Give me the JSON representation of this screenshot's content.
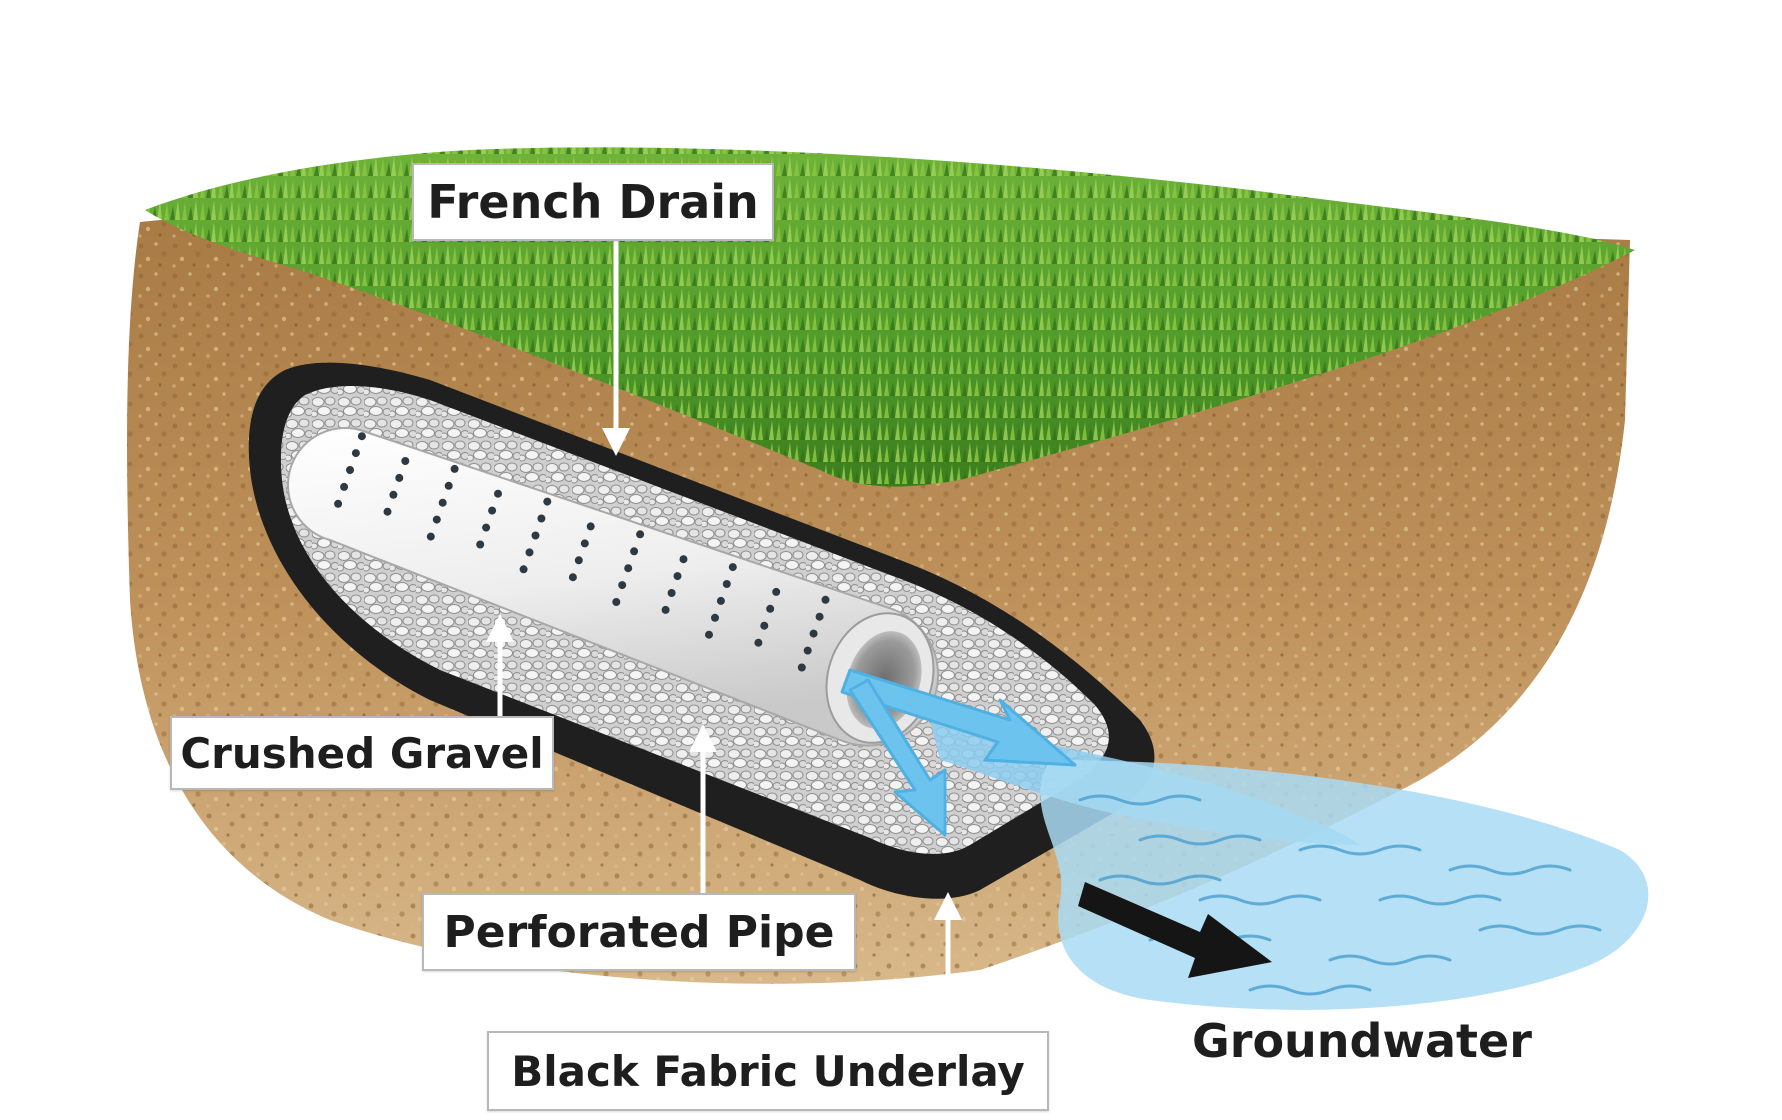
{
  "labels": {
    "french_drain": "French Drain",
    "crushed_gravel": "Crushed Gravel",
    "perforated_pipe": "Perforated Pipe",
    "black_fabric_underlay": "Black Fabric Underlay",
    "groundwater": "Groundwater"
  },
  "colors": {
    "grass_dark": "#3f8a1f",
    "grass_light": "#8cc63f",
    "soil": "#b88a55",
    "soil_dark": "#8e6436",
    "fabric": "#1f1f1f",
    "gravel": "#d6d6d6",
    "pipe": "#f2f2f2",
    "water": "#7cc1e6",
    "arrow_dark": "#151515"
  }
}
